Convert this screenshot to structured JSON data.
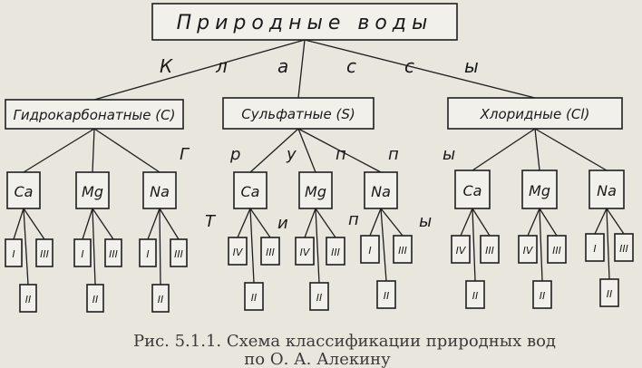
{
  "root": "Природные воды",
  "class_letters": [
    "К",
    "л",
    "а",
    "с",
    "с",
    "ы"
  ],
  "group_letters": [
    "Г",
    "р",
    "у",
    "п",
    "п",
    "ы"
  ],
  "type_letters": [
    "Т",
    "и",
    "п",
    "ы"
  ],
  "classes": [
    {
      "label": "Гидрокарбонатные (С)",
      "groups": [
        {
          "label": "Ca",
          "types": [
            "I",
            "III",
            "II"
          ]
        },
        {
          "label": "Mg",
          "types": [
            "I",
            "III",
            "II"
          ]
        },
        {
          "label": "Na",
          "types": [
            "I",
            "III",
            "II"
          ]
        }
      ]
    },
    {
      "label": "Сульфатные (S)",
      "groups": [
        {
          "label": "Ca",
          "types": [
            "IV",
            "III",
            "II"
          ]
        },
        {
          "label": "Mg",
          "types": [
            "IV",
            "III",
            "II"
          ]
        },
        {
          "label": "Na",
          "types": [
            "I",
            "III",
            "II"
          ]
        }
      ]
    },
    {
      "label": "Хлоридные (Cl)",
      "groups": [
        {
          "label": "Ca",
          "types": [
            "IV",
            "III",
            "II"
          ]
        },
        {
          "label": "Mg",
          "types": [
            "IV",
            "III",
            "II"
          ]
        },
        {
          "label": "Na",
          "types": [
            "I",
            "III",
            "II"
          ]
        }
      ]
    }
  ],
  "caption": {
    "line1": "Рис. 5.1.1. Схема классификации природных вод",
    "line2": "по О. А. Алекину"
  }
}
